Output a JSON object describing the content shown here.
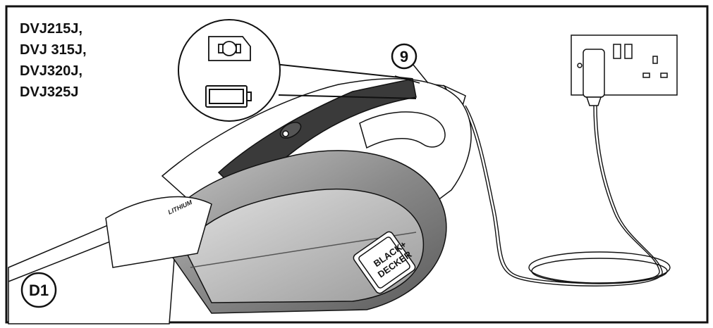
{
  "models": [
    "DVJ215J,",
    "DVJ 315J,",
    "DVJ320J,",
    "DVJ325J"
  ],
  "callouts": {
    "charger_plug": "9",
    "vacuum": "D1"
  },
  "body_label": "LITHIUM",
  "brand": {
    "line1": "BLACK+",
    "line2": "DECKER"
  }
}
